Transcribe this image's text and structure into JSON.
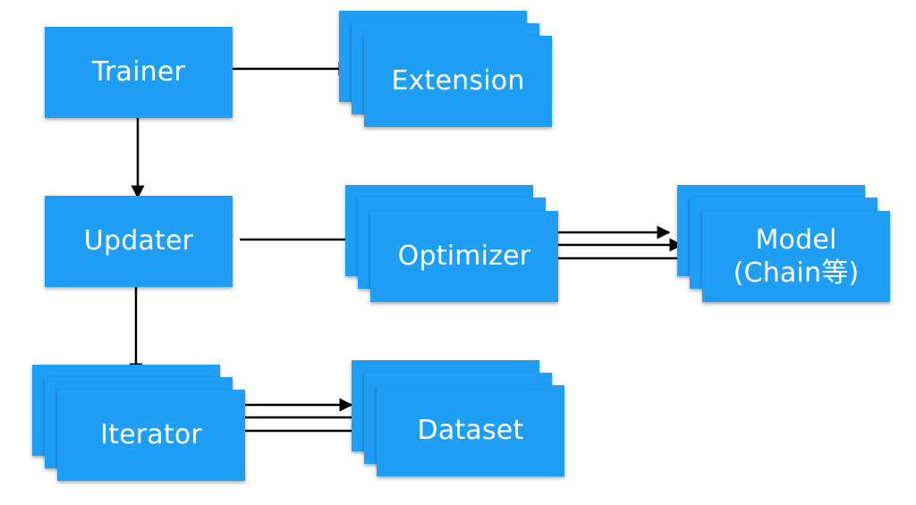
{
  "nodes": {
    "trainer": {
      "label": "Trainer"
    },
    "extension": {
      "label": "Extension"
    },
    "updater": {
      "label": "Updater"
    },
    "optimizer": {
      "label": "Optimizer"
    },
    "model": {
      "line1": "Model",
      "line2": "(Chain等)"
    },
    "iterator": {
      "label": "Iterator"
    },
    "dataset": {
      "label": "Dataset"
    }
  },
  "colors": {
    "box_fill": "#1f9ef5",
    "box_text": "#ffffff",
    "arrow": "#000000"
  }
}
